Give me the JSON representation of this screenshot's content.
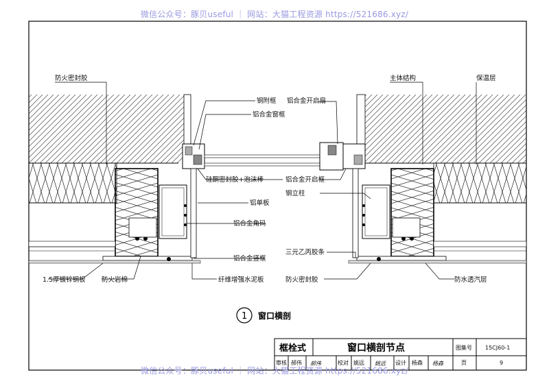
{
  "watermark": "微信公众号：豚贝useful ｜ 网站：大猫工程资源 https://521686.xyz/",
  "labels": {
    "fire_seal_top": "防火密封胶",
    "steel_subframe": "钢附框",
    "alu_window_frame": "铝合金窗框",
    "alu_sash": "铝合金开启扇",
    "main_structure": "主体结构",
    "insulation": "保温层",
    "silicone_foam": "硅酮密封胶+泡沫棒",
    "alu_open_frame": "铝合金开启框",
    "steel_column": "钢立柱",
    "alu_single_panel": "铝单板",
    "alu_corner_code": "铝合金角码",
    "epdm_strip": "三元乙丙胶条",
    "alu_mullion": "铝合金竖框",
    "galv_steel": "1.5厚镀锌钢板",
    "fire_wool": "防火岩棉",
    "fiber_cement": "纤维增强水泥板",
    "fire_seal_bottom": "防火密封胶",
    "waterproof_membrane": "防水透汽层"
  },
  "section": {
    "number": "1",
    "title": "窗口横剖"
  },
  "title_block": {
    "system": "框栓式",
    "drawing_title": "窗口横剖节点",
    "atlas_label": "图集号",
    "atlas_no": "15CJ60-1",
    "review_label": "审核",
    "review_name": "郝伟",
    "review_sign": "郝伟",
    "check_label": "校对",
    "check_name": "姚远",
    "check_sign": "姚远",
    "design_label": "设计",
    "design_name": "杨森",
    "design_sign": "杨森",
    "page_label": "页",
    "page_no": "9"
  }
}
